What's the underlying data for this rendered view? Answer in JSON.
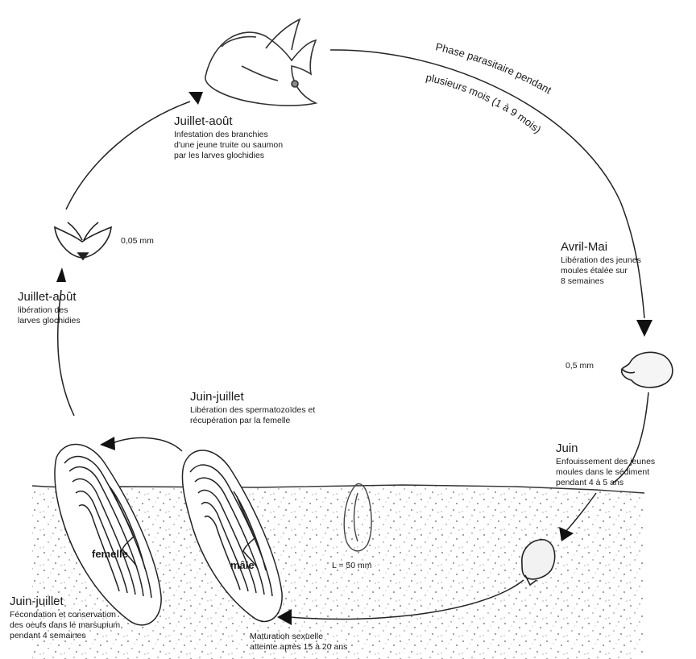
{
  "stages": {
    "fish": {
      "title": "Juillet-août",
      "lines": [
        "Infestation des branchies",
        "d'une jeune truite ou saumon",
        "par les larves glochidies"
      ]
    },
    "parasitic_phase": {
      "line1": "Phase parasitaire pendant",
      "line2": "plusieurs mois (1 à 9 mois)"
    },
    "release_young": {
      "title": "Avril-Mai",
      "lines": [
        "Libération des jeunes",
        "moules étalée sur",
        "8 semaines"
      ],
      "size": "0,5 mm"
    },
    "burrowing": {
      "title": "Juin",
      "lines": [
        "Enfouissement des jeunes",
        "moules dans le sédiment",
        "pendant 4 à 5 ans"
      ]
    },
    "maturation": {
      "lines": [
        "Maturation sexuelle",
        "atteinte après 15 à 20 ans"
      ]
    },
    "length": "L = 50 mm",
    "fertilization": {
      "title": "Juin-juillet",
      "lines": [
        "Fécondation et conservation",
        "des oeufs dans le marsupium",
        "pendant 4 semaines"
      ]
    },
    "sperm_release": {
      "title": "Juin-juillet",
      "lines": [
        "Libération des spermatozoïdes et",
        "récupération par la femelle"
      ]
    },
    "larvae_release": {
      "title": "Juillet-août",
      "lines": [
        "libération des",
        "larves glochidies"
      ],
      "size": "0,05 mm"
    }
  },
  "mussels": {
    "female_label": "femelle",
    "male_label": "mâle"
  }
}
